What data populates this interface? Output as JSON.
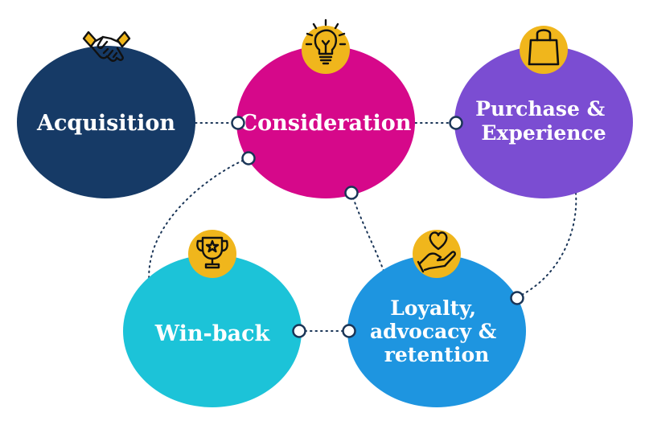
{
  "colors": {
    "navy": "#163a66",
    "magenta": "#d6088a",
    "purple": "#7b4dd2",
    "cyan": "#1cc3d8",
    "blue": "#1e95e0",
    "gold": "#f0b61c",
    "connector": "#1a3557",
    "white": "#ffffff"
  },
  "stages": [
    {
      "id": "acquisition",
      "label_lines": [
        "Acquisition"
      ],
      "icon": "handshake-icon",
      "color": "navy"
    },
    {
      "id": "consideration",
      "label_lines": [
        "Consideration"
      ],
      "icon": "lightbulb-icon",
      "color": "magenta"
    },
    {
      "id": "purchase",
      "label_lines": [
        "Purchase &",
        "Experience"
      ],
      "icon": "shopping-bag-icon",
      "color": "purple"
    },
    {
      "id": "winback",
      "label_lines": [
        "Win-back"
      ],
      "icon": "trophy-icon",
      "color": "cyan"
    },
    {
      "id": "loyalty",
      "label_lines": [
        "Loyalty,",
        "advocacy &",
        "retention"
      ],
      "icon": "heart-hand-icon",
      "color": "blue"
    }
  ]
}
